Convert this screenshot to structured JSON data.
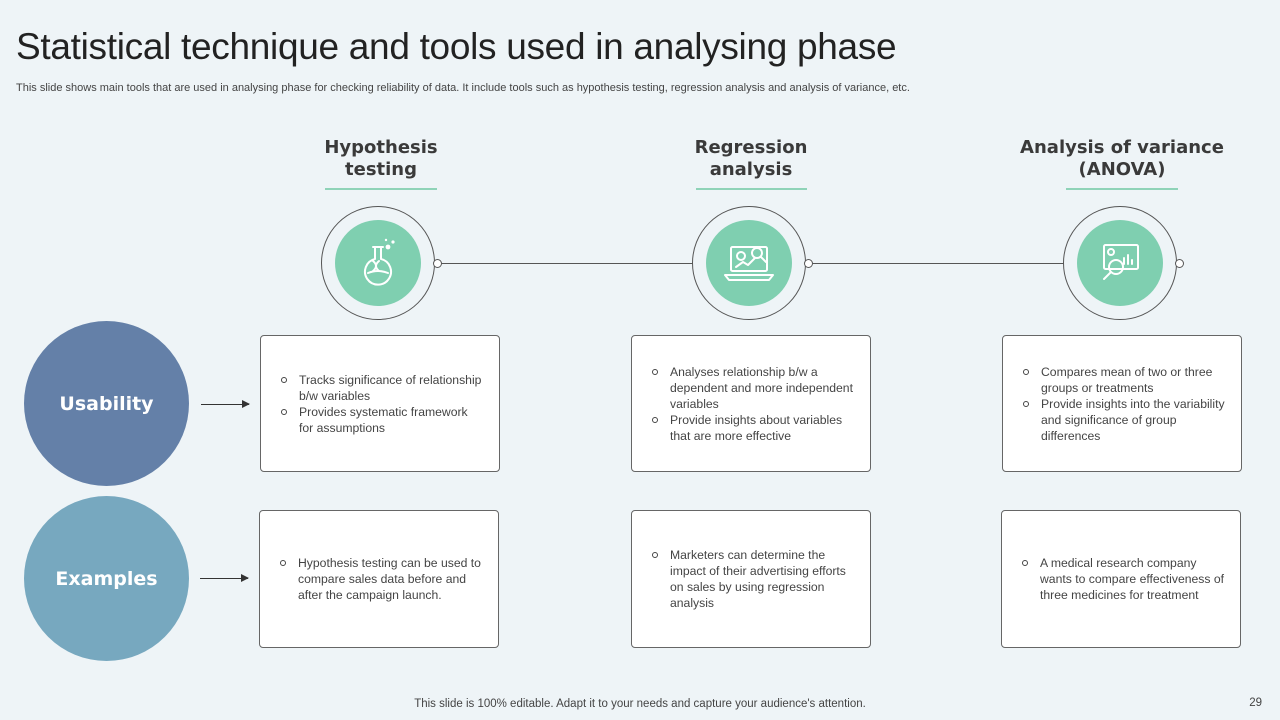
{
  "slide": {
    "title": "Statistical technique and tools used in analysing phase",
    "subtitle": "This slide shows main tools that are used in analysing phase for checking reliability of data. It include tools such as hypothesis testing, regression analysis and analysis of variance, etc.",
    "footer": "This slide is 100% editable. Adapt it to your needs and capture your audience's attention.",
    "page_number": "29"
  },
  "rows": {
    "usability": {
      "label": "Usability",
      "color": "#6480a8"
    },
    "examples": {
      "label": "Examples",
      "color": "#77a8bf"
    }
  },
  "colors": {
    "accent": "#7fcfb0",
    "underline": "#8fd3b8",
    "background": "#eef4f7"
  },
  "columns": [
    {
      "heading_line1": "Hypothesis",
      "heading_line2": "testing",
      "icon": "flask-dna-icon",
      "usability": [
        "Tracks significance of relationship b/w variables",
        "Provides systematic framework for assumptions"
      ],
      "examples": [
        "Hypothesis testing can be used to compare sales data before and after the campaign launch."
      ]
    },
    {
      "heading_line1": "Regression",
      "heading_line2": "analysis",
      "icon": "laptop-analytics-icon",
      "usability": [
        "Analyses relationship b/w a dependent and more independent variables",
        "Provide insights about variables that are more effective"
      ],
      "examples": [
        "Marketers can determine the impact of their advertising efforts on sales by using regression analysis"
      ]
    },
    {
      "heading_line1": "Analysis of variance",
      "heading_line2": "(ANOVA)",
      "icon": "magnifier-chart-icon",
      "usability": [
        "Compares mean of two or three groups or treatments",
        "Provide insights into the variability and significance of group differences"
      ],
      "examples": [
        "A medical research company wants to compare effectiveness of three medicines for treatment"
      ]
    }
  ]
}
